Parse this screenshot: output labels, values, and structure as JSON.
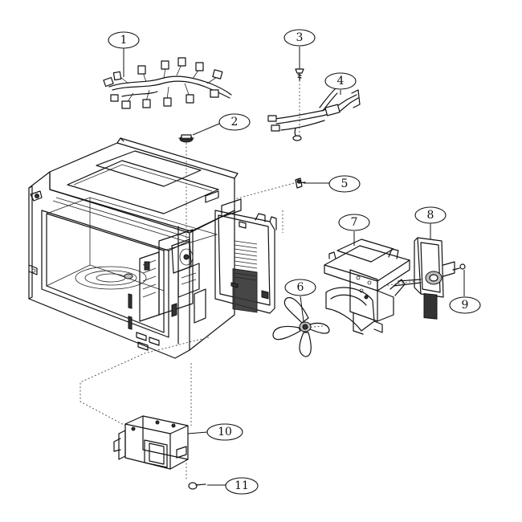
{
  "callouts": [
    {
      "number": "1",
      "part": "wire-harness"
    },
    {
      "number": "2",
      "part": "thermostat"
    },
    {
      "number": "3",
      "part": "screw"
    },
    {
      "number": "4",
      "part": "power-cord"
    },
    {
      "number": "5",
      "part": "screw"
    },
    {
      "number": "6",
      "part": "fan-blade"
    },
    {
      "number": "7",
      "part": "fan-motor-bracket"
    },
    {
      "number": "8",
      "part": "fan-motor"
    },
    {
      "number": "9",
      "part": "screw"
    },
    {
      "number": "10",
      "part": "transformer"
    },
    {
      "number": "11",
      "part": "screw"
    }
  ]
}
